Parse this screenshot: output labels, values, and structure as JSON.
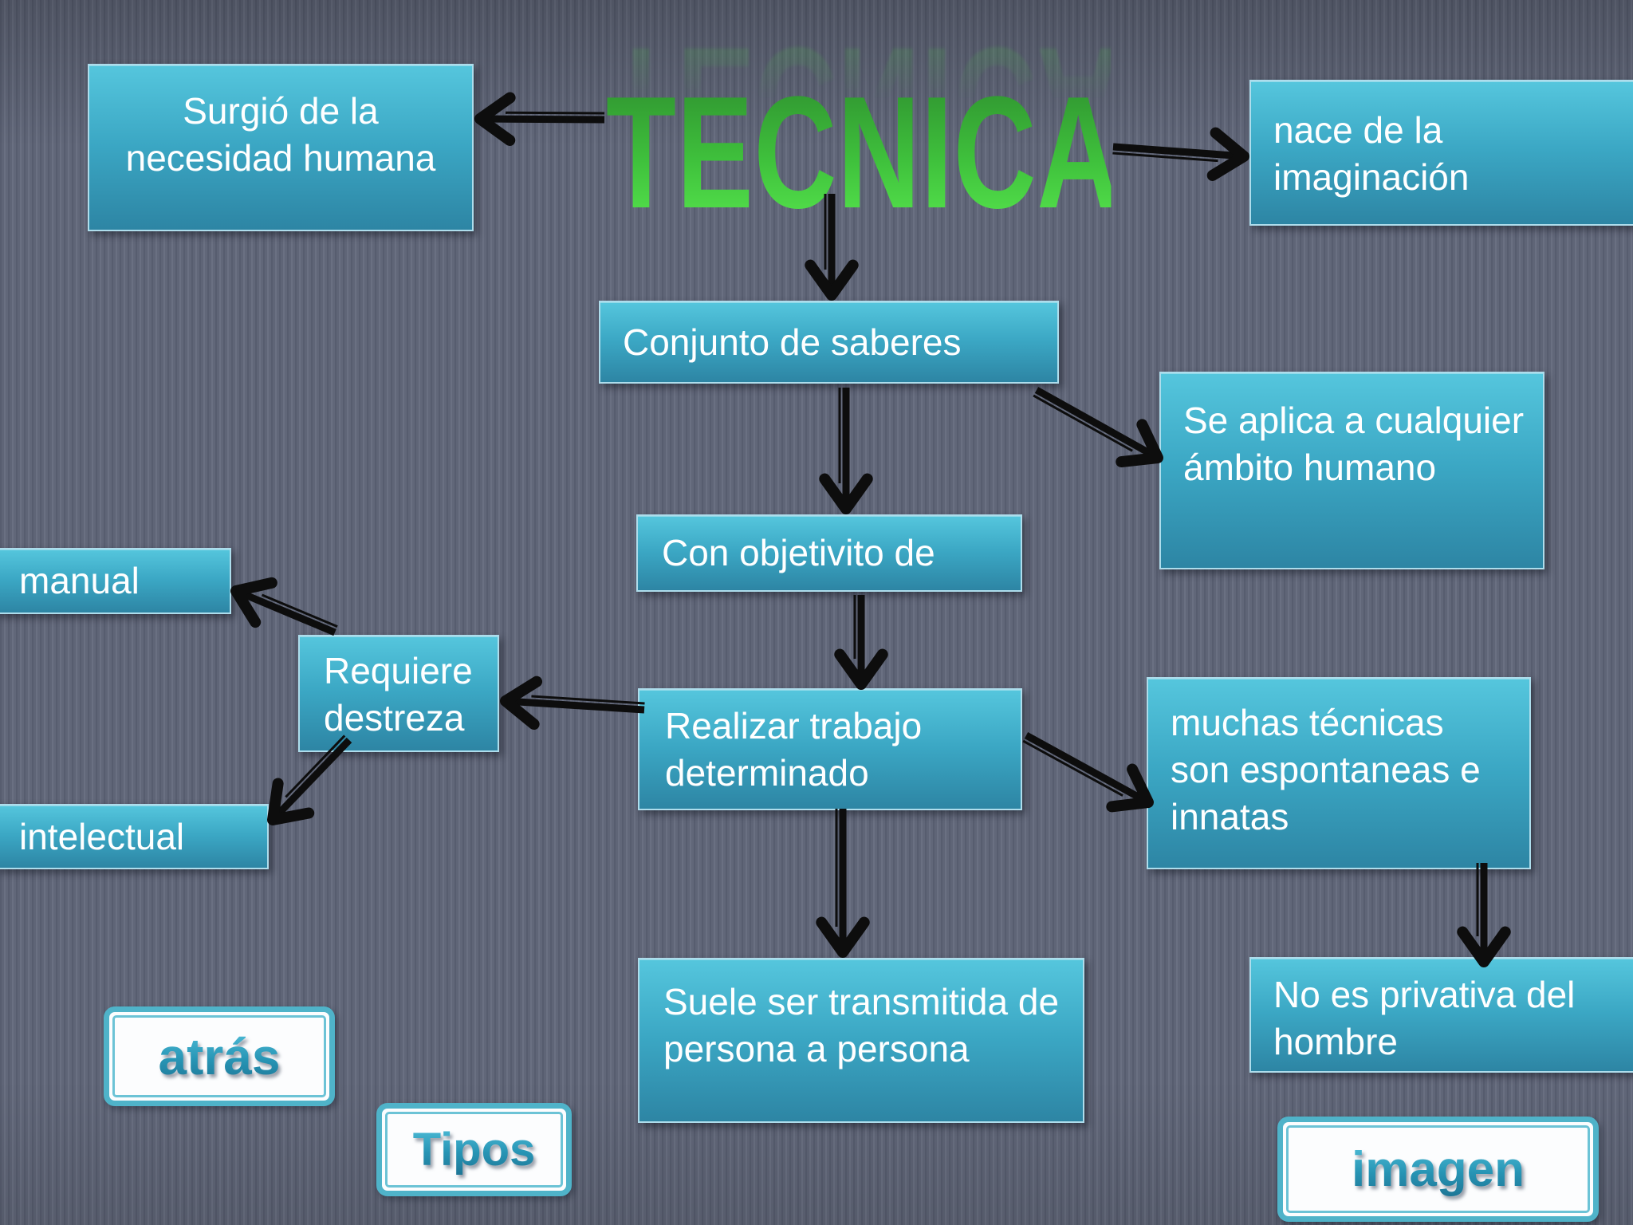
{
  "title": {
    "text": "TECNICA"
  },
  "nodes": {
    "surgio": {
      "label": "Surgió de la\nnecesidad humana"
    },
    "nace": {
      "label": "nace de la\nimaginación"
    },
    "conjunto": {
      "label": "Conjunto de saberes"
    },
    "se_aplica": {
      "label": "Se aplica a cualquier\námbito humano"
    },
    "con_objetivo": {
      "label": "Con objetivito de"
    },
    "manual": {
      "label": "manual"
    },
    "requiere": {
      "label": "Requiere\ndestreza"
    },
    "intelectual": {
      "label": "intelectual"
    },
    "realizar": {
      "label": "Realizar trabajo\ndeterminado"
    },
    "muchas": {
      "label": "muchas técnicas\nson espontaneas e\ninnatas"
    },
    "suele": {
      "label": "Suele ser transmitida de\npersona a persona"
    },
    "no_privativa": {
      "label": "No es privativa del\nhombre"
    }
  },
  "buttons": {
    "atras": {
      "label": "atrás"
    },
    "tipos": {
      "label": "Tipos"
    },
    "imagen": {
      "label": "imagen"
    }
  },
  "edges": [
    {
      "from": "tecnica",
      "to": "surgio"
    },
    {
      "from": "tecnica",
      "to": "nace"
    },
    {
      "from": "tecnica",
      "to": "conjunto"
    },
    {
      "from": "conjunto",
      "to": "se_aplica"
    },
    {
      "from": "conjunto",
      "to": "con_objetivo"
    },
    {
      "from": "con_objetivo",
      "to": "realizar"
    },
    {
      "from": "realizar",
      "to": "requiere"
    },
    {
      "from": "requiere",
      "to": "manual"
    },
    {
      "from": "requiere",
      "to": "intelectual"
    },
    {
      "from": "realizar",
      "to": "muchas"
    },
    {
      "from": "muchas",
      "to": "no_privativa"
    },
    {
      "from": "realizar",
      "to": "suele"
    }
  ],
  "colors": {
    "background": "#5f6577",
    "node_gradient_top": "#55c6dd",
    "node_gradient_bottom": "#2d85a4",
    "node_border": "#aeddec",
    "node_text": "#ffffff",
    "title_green": "#3fc13c",
    "arrow": "#0d0d0d",
    "button_border": "#4fb3c9",
    "button_text": "#2795b5",
    "button_fill": "#fcfdfe"
  }
}
